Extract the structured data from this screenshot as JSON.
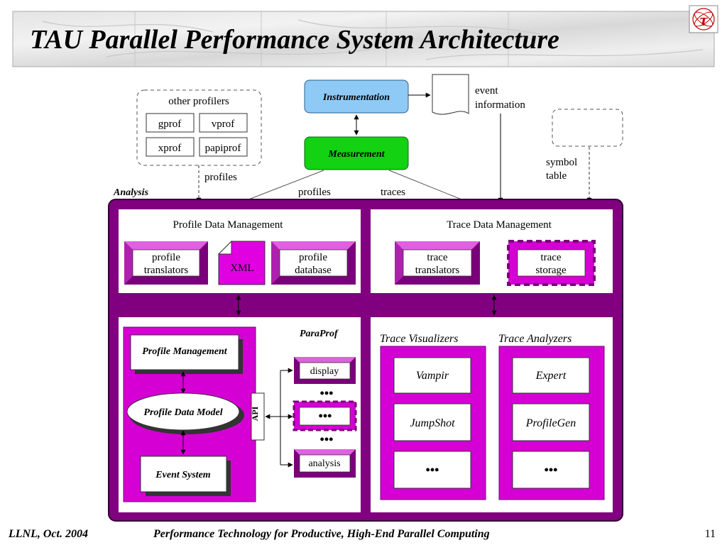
{
  "slide": {
    "title": "TAU Parallel Performance System Architecture",
    "logo_glyph": "τ",
    "footer_left": "LLNL, Oct. 2004",
    "footer_center": "Performance Technology for Productive, High-End Parallel Computing",
    "page_number": "11"
  },
  "colors": {
    "analysis_frame": "#800080",
    "magenta_box": "#d400d4",
    "instrumentation": "#8fcaf6",
    "measurement": "#12d212"
  },
  "diagram": {
    "other_profilers": {
      "title": "other profilers",
      "tools": [
        "gprof",
        "vprof",
        "xprof",
        "papiprof"
      ],
      "edge_label": "profiles"
    },
    "instrumentation_label": "Instrumentation",
    "measurement_label": "Measurement",
    "event_information": [
      "event",
      "information"
    ],
    "symbol_table": [
      "symbol",
      "table"
    ],
    "edge_profiles": "profiles",
    "edge_traces": "traces",
    "analysis_label": "Analysis",
    "profile_data_management": {
      "title": "Profile Data Management",
      "translators": [
        "profile",
        "translators"
      ],
      "xml": "XML",
      "database": [
        "profile",
        "database"
      ]
    },
    "trace_data_management": {
      "title": "Trace Data Management",
      "translators": [
        "trace",
        "translators"
      ],
      "storage": [
        "trace",
        "storage"
      ]
    },
    "paraprof": {
      "title": "ParaProf",
      "profile_management": "Profile Management",
      "profile_data_model": "Profile Data Model",
      "event_system": "Event System",
      "api": "API",
      "display": "display",
      "dots": "•••",
      "analysis": "analysis"
    },
    "trace_visualizers": {
      "title": "Trace Visualizers",
      "items": [
        "Vampir",
        "JumpShot",
        "•••"
      ]
    },
    "trace_analyzers": {
      "title": "Trace Analyzers",
      "items": [
        "Expert",
        "ProfileGen",
        "•••"
      ]
    }
  }
}
